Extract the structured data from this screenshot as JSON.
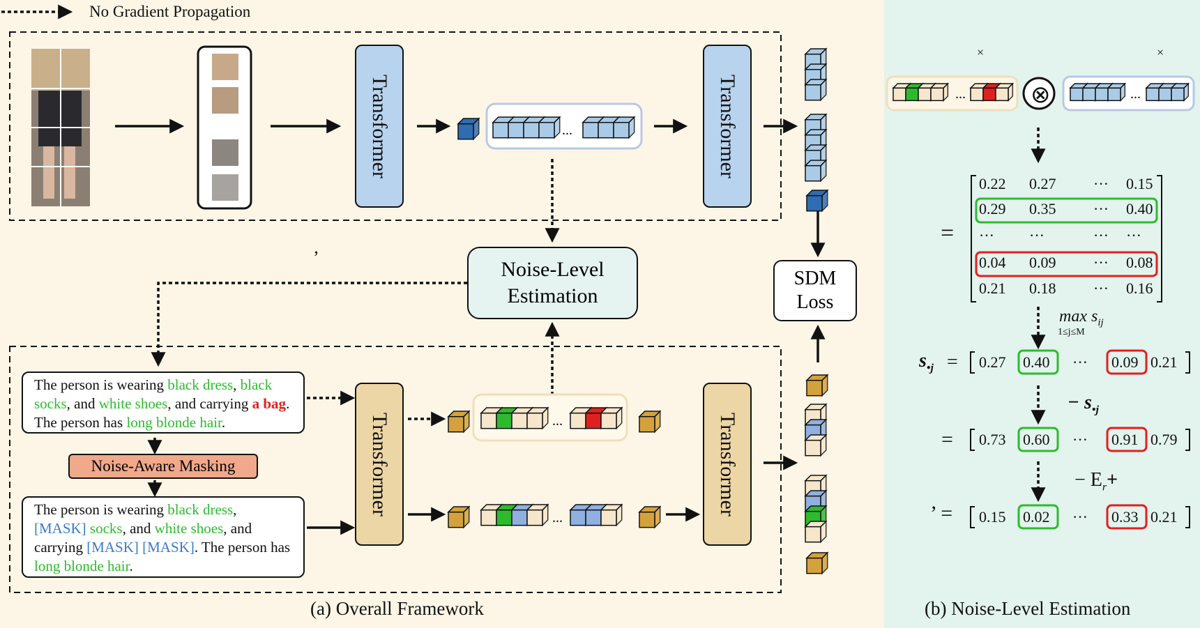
{
  "legend": {
    "no_gradient": "No Gradient Propagation"
  },
  "captions": {
    "overall": "(a) Overall Framework",
    "noise_level": "(b) Noise-Level Estimation"
  },
  "blocks": {
    "transformer": "Transformer",
    "noise_level_estimation_line1": "Noise-Level",
    "noise_level_estimation_line2": "Estimation",
    "noise_aware_masking": "Noise-Aware Masking",
    "sdm_line1": "SDM",
    "sdm_line2": "Loss",
    "comma_mark": "’"
  },
  "texts": {
    "original": [
      {
        "t": "The person is wearing ",
        "c": ""
      },
      {
        "t": "black dress",
        "c": "g"
      },
      {
        "t": ", ",
        "c": ""
      },
      {
        "t": "black socks",
        "c": "g"
      },
      {
        "t": ", and ",
        "c": ""
      },
      {
        "t": "white shoes",
        "c": "g"
      },
      {
        "t": ", and carrying ",
        "c": ""
      },
      {
        "t": "a bag",
        "c": "r"
      },
      {
        "t": ". The person has ",
        "c": ""
      },
      {
        "t": "long blonde hair",
        "c": "g"
      },
      {
        "t": ".",
        "c": ""
      }
    ],
    "masked": [
      {
        "t": "The person is wearing ",
        "c": ""
      },
      {
        "t": "black dress",
        "c": "g"
      },
      {
        "t": ", ",
        "c": ""
      },
      {
        "t": "[MASK] ",
        "c": "b"
      },
      {
        "t": "socks",
        "c": "g"
      },
      {
        "t": ", and ",
        "c": ""
      },
      {
        "t": "white shoes",
        "c": "g"
      },
      {
        "t": ", and carrying ",
        "c": ""
      },
      {
        "t": "[MASK] [MASK]",
        "c": "b"
      },
      {
        "t": ". The person has ",
        "c": ""
      },
      {
        "t": "long blonde hair",
        "c": "g"
      },
      {
        "t": ".",
        "c": ""
      }
    ]
  },
  "noise_panel": {
    "times_mark": "×",
    "otimes": "⊗",
    "equals": "=",
    "matrix": [
      [
        "0.22",
        "0.27",
        "···",
        "0.15"
      ],
      [
        "0.29",
        "0.35",
        "···",
        "0.40"
      ],
      [
        "···",
        "···",
        "···",
        "···"
      ],
      [
        "0.04",
        "0.09",
        "···",
        "0.08"
      ],
      [
        "0.21",
        "0.18",
        "···",
        "0.16"
      ]
    ],
    "max_label": "max s",
    "max_sub": "ij",
    "max_range": "1≤j≤M",
    "s_j_label": "s",
    "s_j_sub": "•j",
    "s_j_values": [
      "0.27",
      "0.40",
      "···",
      "0.09",
      "0.21"
    ],
    "minus_label": "− s",
    "minus_sub": "•j",
    "diff_values": [
      "0.73",
      "0.60",
      "···",
      "0.91",
      "0.79"
    ],
    "er_label": "− E",
    "er_sub": "r",
    "er_plus": "+",
    "final_prefix": "’ =",
    "final_values": [
      "0.15",
      "0.02",
      "···",
      "0.33",
      "0.21"
    ]
  },
  "colors": {
    "left_bg": "#fdf6e6",
    "right_bg": "#e3f3ee",
    "image_token": "#aacbe8",
    "image_cls": "#2f6db3",
    "text_token": "#f5e6cc",
    "text_cls": "#d4a23c",
    "green": "#2dbb2d",
    "red": "#e02020",
    "blue_mask": "#8fb0e0"
  }
}
